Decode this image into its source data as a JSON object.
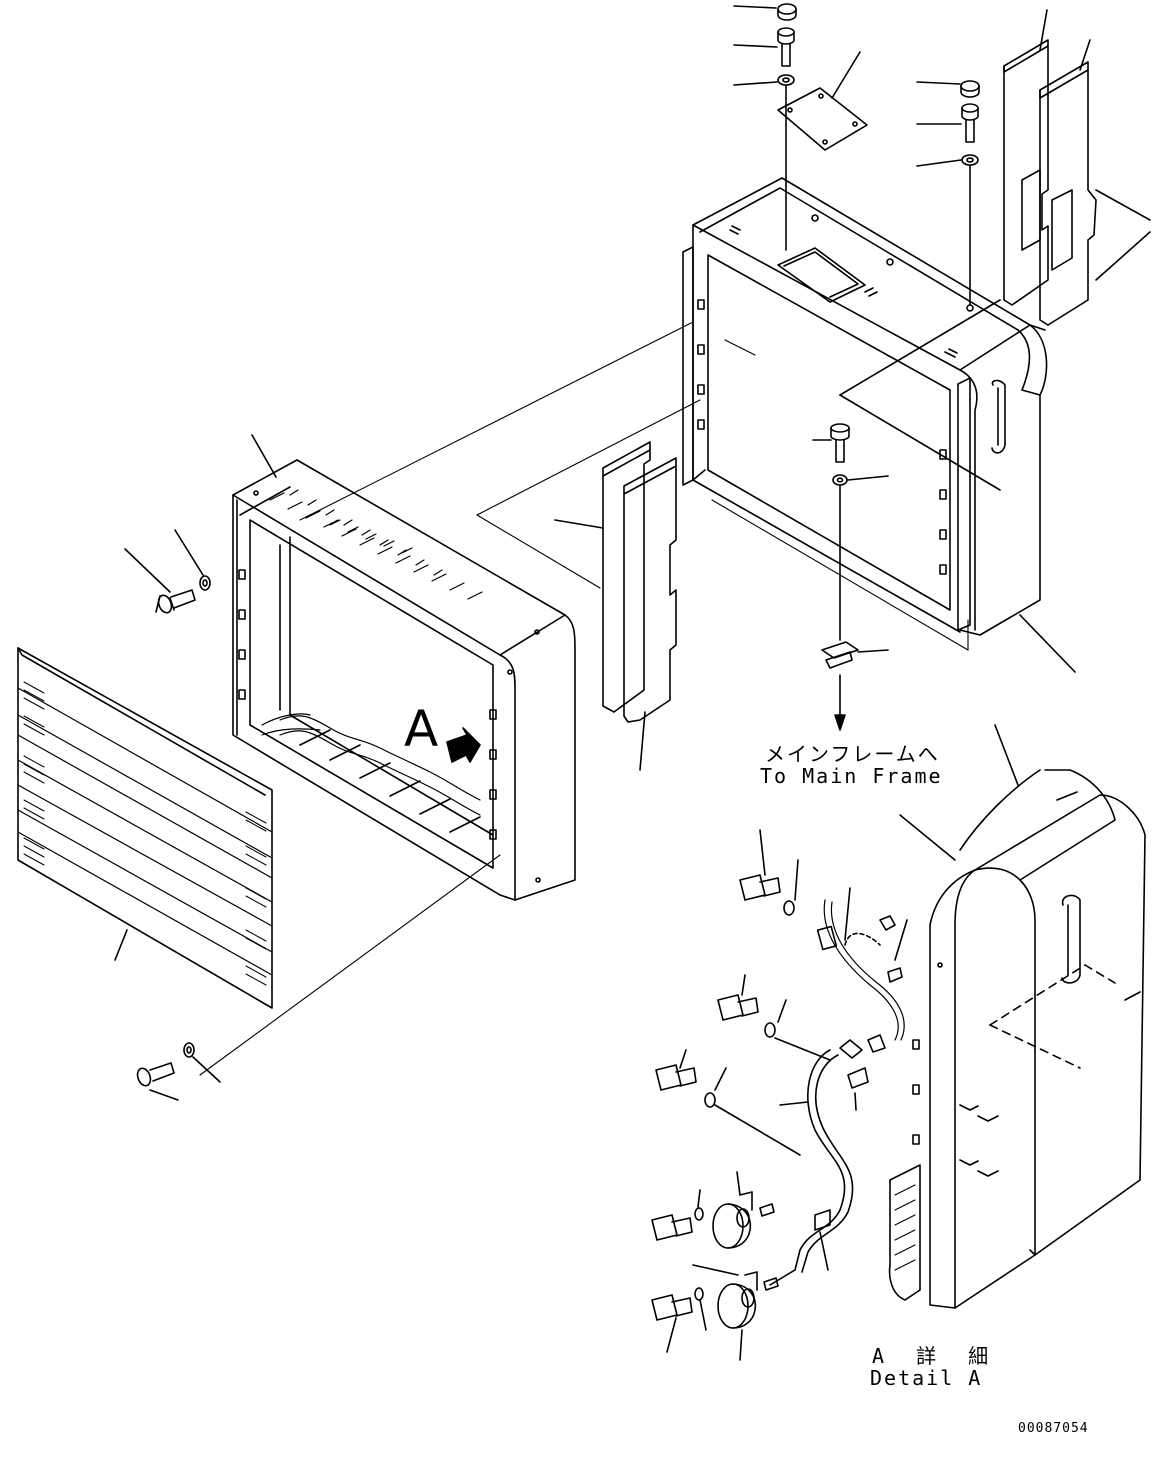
{
  "labels": {
    "view_marker": "A",
    "to_main_frame_jp": "メインフレームへ",
    "to_main_frame_en": "To Main Frame",
    "detail_a_jp": "A 詳 細",
    "detail_a_en": "Detail A",
    "drawing_number": "00087054"
  }
}
